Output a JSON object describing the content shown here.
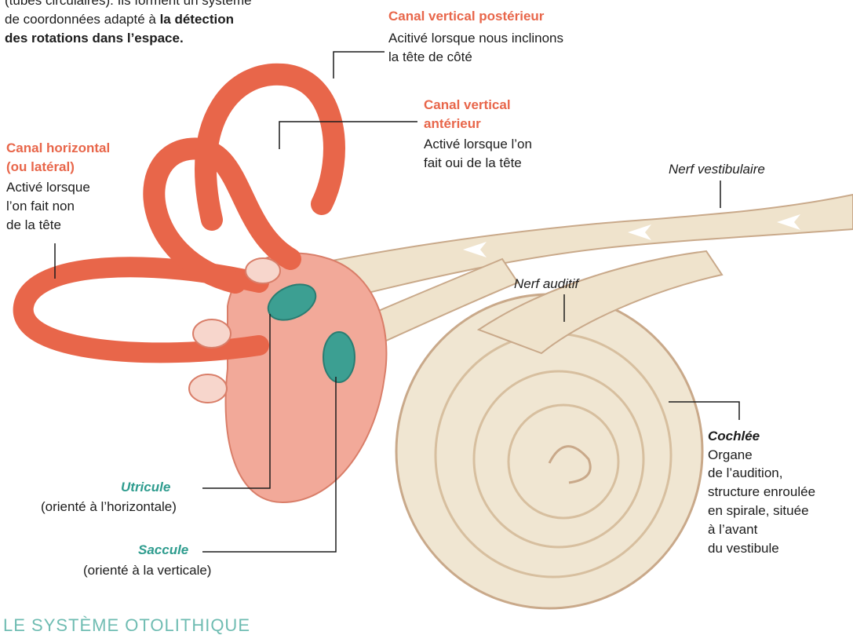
{
  "intro": {
    "line1": "(tubes circulaires). Ils forment un système",
    "line2_plain": "de coordonnées adapté à ",
    "line2_bold": "la détection",
    "line3_bold": "des rotations dans l’espace."
  },
  "canal_posterieur": {
    "title": "Canal vertical postérieur",
    "desc1": "Acitivé lorsque nous inclinons",
    "desc2": "la tête de côté"
  },
  "canal_anterieur": {
    "title1": "Canal vertical",
    "title2": "antérieur",
    "desc1": "Activé lorsque l’on",
    "desc2": "fait oui de la tête"
  },
  "canal_horizontal": {
    "title1": "Canal horizontal",
    "title2": "(ou latéral)",
    "desc1": "Activé lorsque",
    "desc2": "l’on fait non",
    "desc3": "de la tête"
  },
  "nerf_vestibulaire": "Nerf vestibulaire",
  "nerf_auditif": "Nerf auditif",
  "utricule": {
    "title": "Utricule",
    "desc": "(orienté à l’horizontale)"
  },
  "saccule": {
    "title": "Saccule",
    "desc": "(orienté à la verticale)"
  },
  "cochlee": {
    "title": "Cochlée",
    "desc1": "Organe",
    "desc2": "de l’audition,",
    "desc3": "structure enroulée",
    "desc4": "en spirale, située",
    "desc5": "à l’avant",
    "desc6": "du vestibule"
  },
  "section_heading": "LE SYSTÈME OTOLITHIQUE",
  "colors": {
    "canal": "#e8664a",
    "vestibule": "#f2a999",
    "nerve": "#efe3cc",
    "otolith": "#3c9f92",
    "label_red": "#e8664a",
    "label_teal": "#2e9c8e"
  }
}
